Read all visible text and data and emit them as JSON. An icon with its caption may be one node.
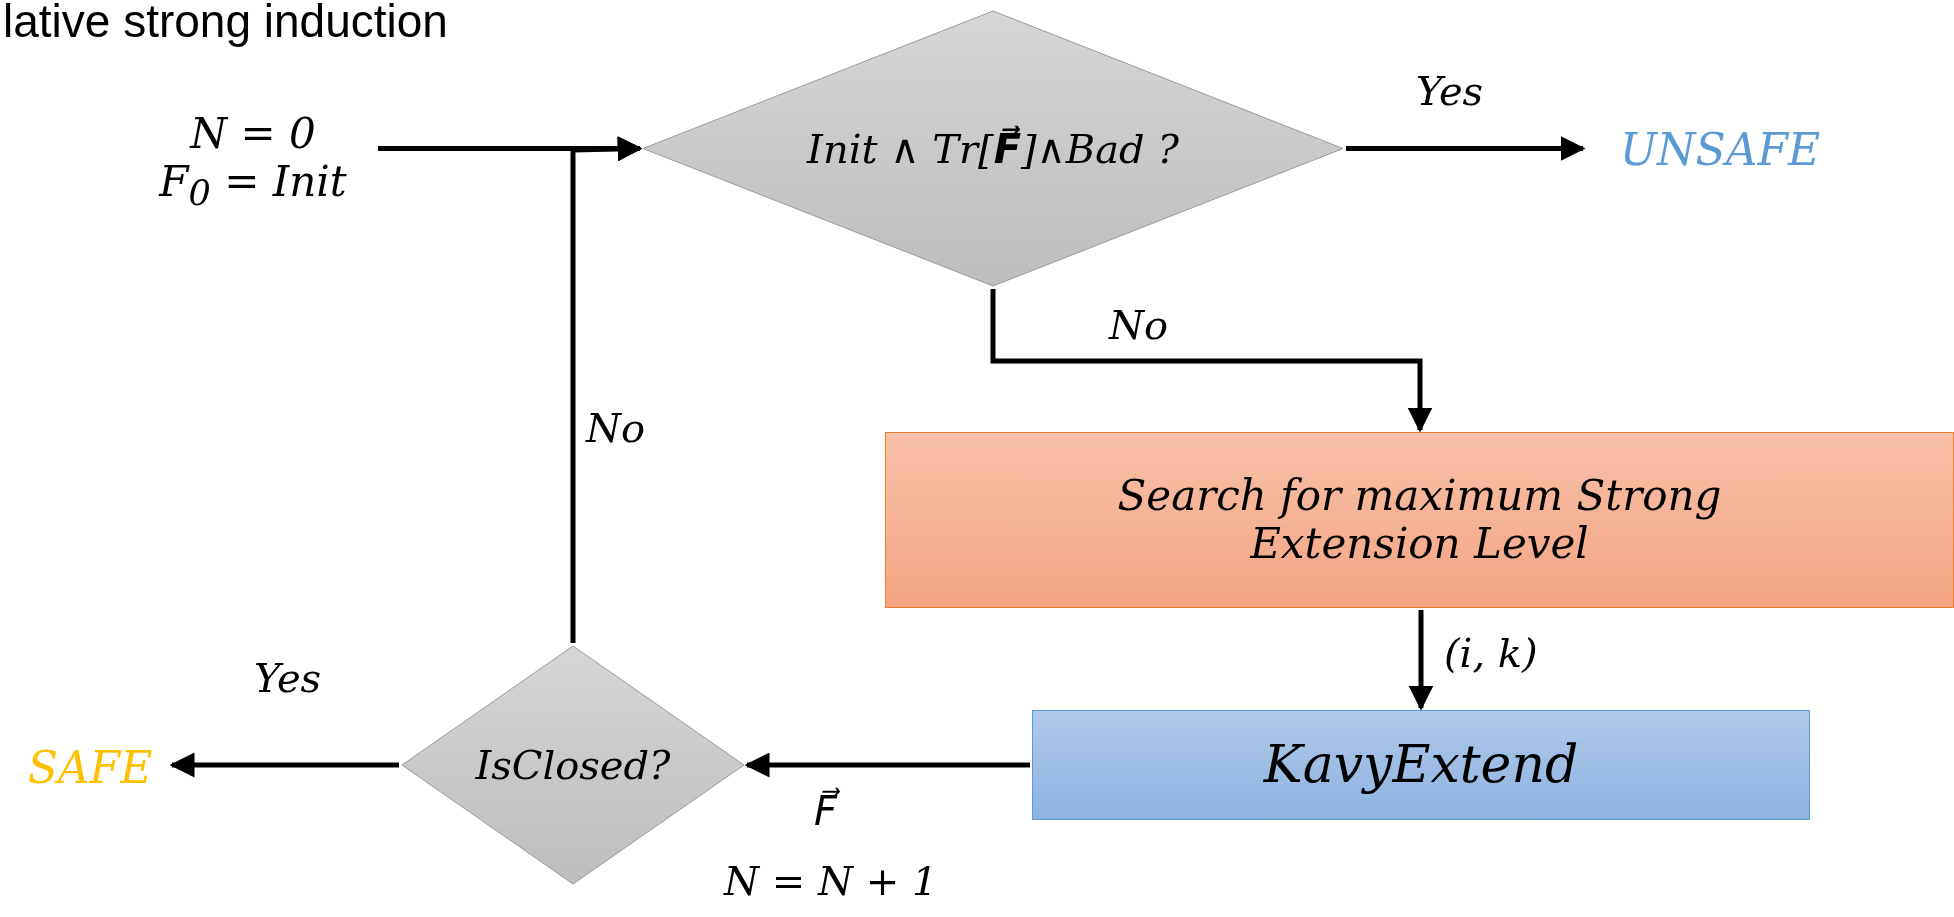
{
  "diagram": {
    "title": "lative strong induction",
    "nodes": [
      {
        "text": [
          "N = 0",
          "F$_{0}$ = Init"
        ]
      },
      {
        "text": [
          "Init ∧ Tr[**F⃗**]∧Bad ?"
        ]
      },
      {
        "text": [
          "UNSAFE"
        ]
      },
      {
        "text": [
          "Search for maximum Strong Extension Level"
        ]
      },
      {
        "text": [
          "KavyExtend"
        ]
      },
      {
        "text": [
          "IsClosed?"
        ]
      },
      {
        "text": [
          "SAFE"
        ]
      }
    ],
    "edges": [
      {
        "from": 0,
        "to": 1,
        "arrow": "to"
      },
      {
        "from": 1,
        "to": 2,
        "arrow": "to",
        "label": "Yes"
      },
      {
        "from": 1,
        "to": 3,
        "arrow": "to",
        "label": "No"
      },
      {
        "from": 3,
        "to": 4,
        "arrow": "to",
        "label": "(i, k)"
      },
      {
        "from": 4,
        "to": 5,
        "arrow": "to",
        "label": "F⃗"
      },
      {
        "from": 5,
        "to": 6,
        "arrow": "to",
        "label": "Yes"
      },
      {
        "from": 5,
        "to": 1,
        "arrow": "to",
        "label": "No"
      }
    ],
    "labels": [
      "N = N + 1"
    ]
  }
}
